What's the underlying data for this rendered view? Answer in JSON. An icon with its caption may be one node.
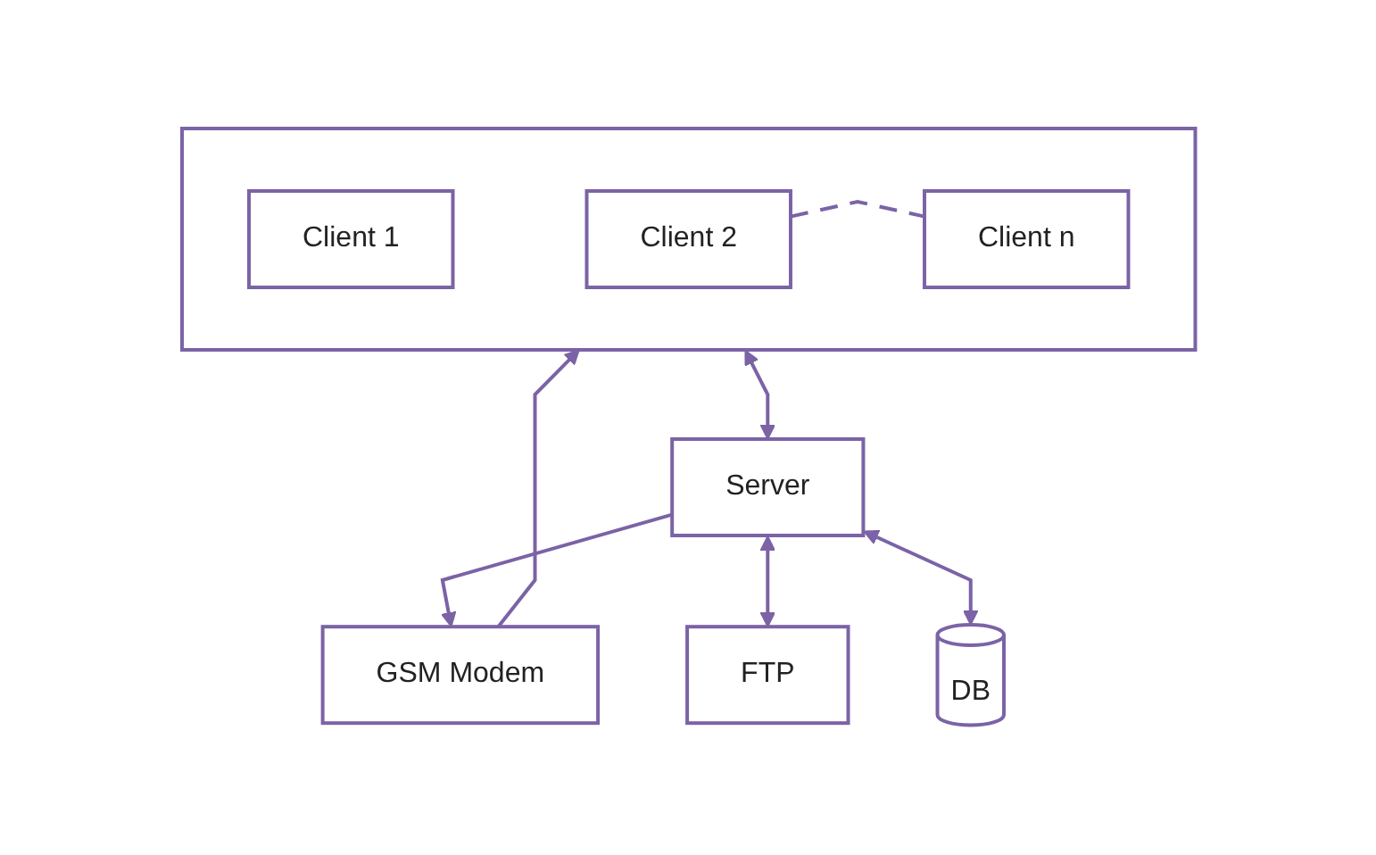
{
  "diagram": {
    "nodes": [
      {
        "text": [],
        "shape": "box"
      },
      {
        "text": [
          "Client 1"
        ],
        "in": 0
      },
      {
        "text": [
          "Client 2"
        ],
        "in": 0
      },
      {
        "text": [
          "Client n"
        ],
        "in": 0
      },
      {
        "text": [
          "Server"
        ]
      },
      {
        "text": [
          "GSM Modem"
        ]
      },
      {
        "text": [
          "DB"
        ]
      },
      {
        "text": [
          "FTP"
        ]
      }
    ],
    "edges": [
      {
        "from": 2,
        "to": 3,
        "arrow": "none",
        "style": "dashed"
      },
      {
        "from": 0,
        "to": 4,
        "arrow": "both"
      },
      {
        "from": 4,
        "to": 5,
        "arrow": "to"
      },
      {
        "from": 4,
        "to": 7,
        "arrow": "both"
      },
      {
        "from": 4,
        "to": 6,
        "arrow": "both"
      },
      {
        "from": 5,
        "to": 0,
        "arrow": "to"
      }
    ]
  }
}
